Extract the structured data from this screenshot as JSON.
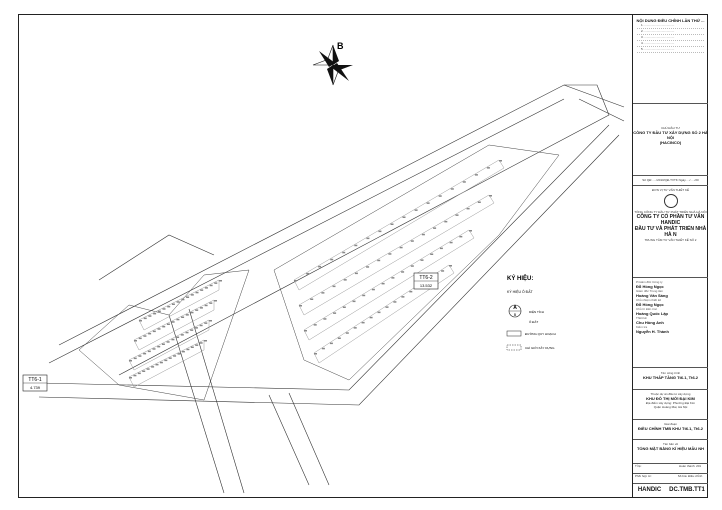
{
  "north": {
    "label": "B"
  },
  "revision": {
    "title": "NỘI DUNG ĐIỀU CHỈNH LẦN THỨ ...",
    "lines": [
      "1. ....................................",
      "2. ....................................",
      "3. ....................................",
      "4. ....................................",
      "5. ...................................."
    ]
  },
  "owner": {
    "caption": "CHỦ ĐẦU TƯ",
    "name": "CÔNG TY ĐẦU TƯ XÂY DỰNG SỐ 2 HÀ NỘI",
    "abbr": "(HACINCO)"
  },
  "approval_line": "Số QĐ:...../2010/QĐ-TVTK Ngày...../...../20",
  "consultant": {
    "caption": "ĐƠN VỊ TƯ VẤN THIẾT KẾ",
    "parent": "TỔNG CÔNG TY ĐẦU TƯ PHÁT TRIỂN NHÀ HÀ NỘI",
    "name1": "CÔNG TY CỔ PHẦN TƯ VẤN HANDIC",
    "name2": "ĐẦU TƯ VÀ PHÁT TRIỂN NHÀ HÀ N",
    "center": "TRUNG TÂM TƯ VẤN THIẾT KẾ SỐ 2"
  },
  "people": [
    {
      "role": "P.Giám đốc Công ty",
      "name": "Đỗ Hồng Ngọc"
    },
    {
      "role": "Giám đốc Trung tâm",
      "name": "Hoàng Văn Sáng"
    },
    {
      "role": "Chủ nhiệm thiết kế",
      "name": "Đỗ Hồng Ngọc"
    },
    {
      "role": "Chủ trì kiến trúc",
      "name": "Hoàng Quốc Lập"
    },
    {
      "role": "Thiết kế",
      "name": "Chu Hồng Anh"
    },
    {
      "role": "Kiểm tra",
      "name": "Nguyễn H. Thành"
    }
  ],
  "project": {
    "item_caption": "Tên công trình",
    "item": "KHU THẤP TẦNG Tt6.1, Tt6.2",
    "plan_caption": "Thuộc dự án đầu tư xây dựng",
    "plan": "KHU ĐÔ THỊ MỚI ĐẠI KIM",
    "location1": "Địa điểm xây dựng: Phường Đại Kim",
    "location2": "Quận Hoàng Mai, Hà Nội",
    "phase_caption": "Giai đoạn",
    "phase": "ĐIỀU CHỈNH TMB KHU Tt6.1, Tt6.2",
    "sheet_caption": "Tên bản vẽ",
    "sheet_title": "TỔNG MẶT BẰNG KÍ HIỆU MẪU NH"
  },
  "footer": {
    "ratio": "Tỉ lệ:",
    "date": "Hoàn thành: 201",
    "file": "Phối hợp từ:",
    "scale": "Số bìa: Điều chỉnh",
    "company": "HANDIC",
    "code": "DC.TMB.TT1"
  },
  "legend": {
    "title": "KÝ HIỆU:",
    "subtitle": "KÝ HIỆU Ô ĐẤT",
    "letter": "A",
    "letter_sub": "B",
    "lot_area": "DIỆN TÍCH",
    "lot_id": "Ô ĐẤT",
    "boundary": "ĐƯỜNG QUY HOẠCH",
    "build_line": "CHỈ GIỚI XÂY DỰNG"
  },
  "zones": [
    {
      "name": "TT6-1",
      "area": "4.739"
    },
    {
      "name": "TT6-2",
      "area": "13.532"
    }
  ]
}
